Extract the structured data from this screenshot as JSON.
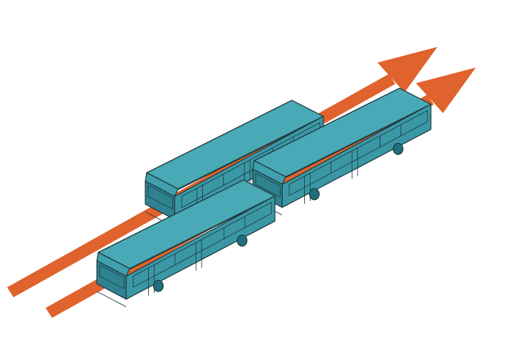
{
  "colors": {
    "background": "#ffffff",
    "arrow": "#e0622c",
    "bus_roof": "#4aa9b6",
    "bus_side": "#3a98a6",
    "bus_window": "#83cbd3",
    "bus_front": "#2f8391",
    "bus_shadow": "#3c3c3c",
    "wheel": "#1e6f7b",
    "outline": "#1f3a40"
  },
  "icons": [
    "arrow-right-up-icon",
    "bus-icon"
  ],
  "scene": {
    "arrows": [
      {
        "name": "arrow-upper",
        "description_icon": "arrow-right-up-icon"
      },
      {
        "name": "arrow-lower",
        "description_icon": "arrow-right-up-icon"
      }
    ],
    "buses": [
      {
        "name": "bus-back"
      },
      {
        "name": "bus-right"
      },
      {
        "name": "bus-front"
      }
    ]
  }
}
